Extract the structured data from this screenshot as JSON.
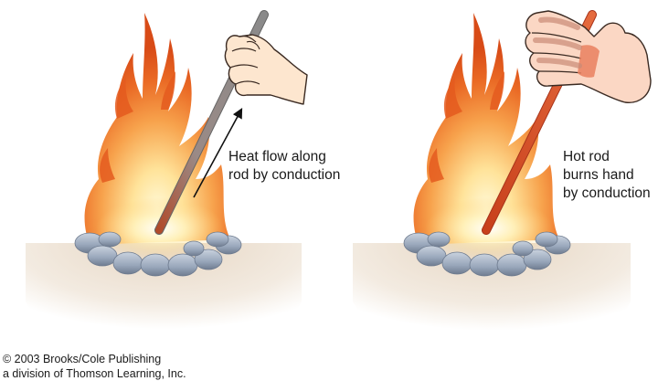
{
  "panels": [
    {
      "id": "left",
      "caption_lines": [
        "Heat flow along",
        "rod by conduction"
      ]
    },
    {
      "id": "right",
      "caption_lines": [
        "Hot rod",
        "burns hand",
        "by conduction"
      ]
    }
  ],
  "copyright": {
    "line1": "© 2003 Brooks/Cole Publishing",
    "line2": "a division of Thomson Learning, Inc."
  },
  "colors": {
    "ground": "#ede2d5",
    "flame_outer": "#e35a1d",
    "flame_inner": "#ffe9a0",
    "stone": "#aab6c8",
    "rod_cool": "#8c8c8c",
    "rod_hot": "#d9512a",
    "skin": "#fde6cf",
    "hand_burned": "#f3a98e"
  }
}
